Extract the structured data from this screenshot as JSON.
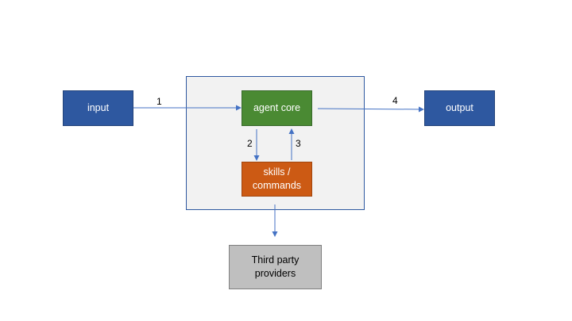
{
  "nodes": {
    "input": "input",
    "agent_core": "agent core",
    "output": "output",
    "skills": "skills /\ncommands",
    "third_party": "Third party\nproviders"
  },
  "edges": {
    "input_to_core": "1",
    "core_to_skills": "2",
    "skills_to_core": "3",
    "core_to_output": "4"
  },
  "colors": {
    "blue": "#2e58a0",
    "green": "#4a8a33",
    "orange": "#cc5a14",
    "gray": "#bfbfbf",
    "container_bg": "#f2f2f2",
    "arrow": "#4472c4"
  }
}
